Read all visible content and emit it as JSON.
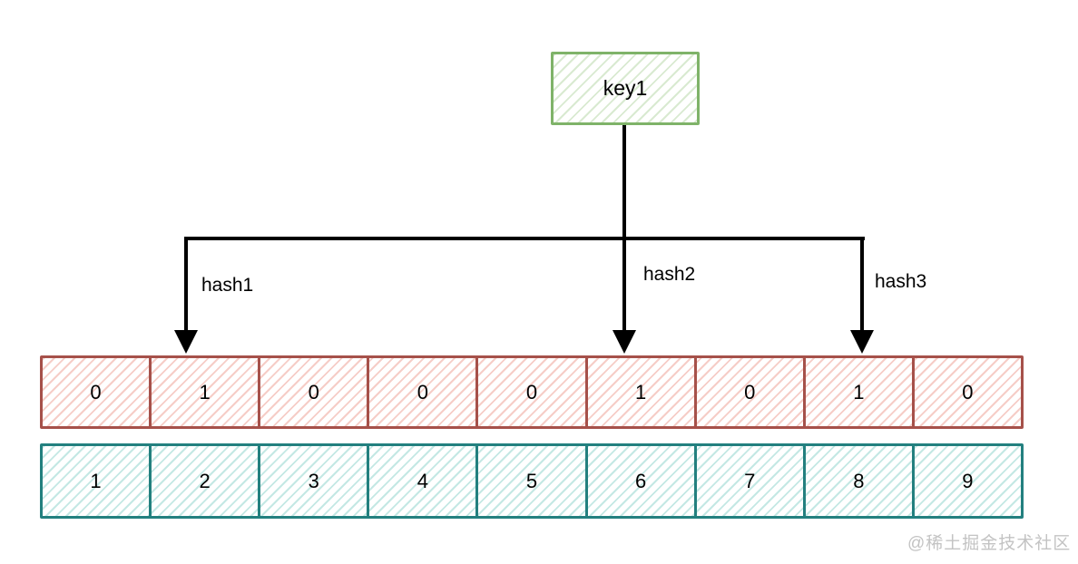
{
  "diagram": {
    "key_label": "key1",
    "hash_labels": [
      "hash1",
      "hash2",
      "hash3"
    ],
    "bit_array": [
      "0",
      "1",
      "0",
      "0",
      "0",
      "1",
      "0",
      "1",
      "0"
    ],
    "index_array": [
      "1",
      "2",
      "3",
      "4",
      "5",
      "6",
      "7",
      "8",
      "9"
    ],
    "colors": {
      "key_border": "#7fb369",
      "key_hatch": "#d9ead1",
      "bit_border": "#a6514a",
      "bit_hatch": "#f6cdc7",
      "index_border": "#23807f",
      "index_hatch": "#c4e8e4",
      "line": "#000000",
      "watermark_text": "#c3c3c3"
    },
    "watermark": "@稀土掘金技术社区"
  }
}
